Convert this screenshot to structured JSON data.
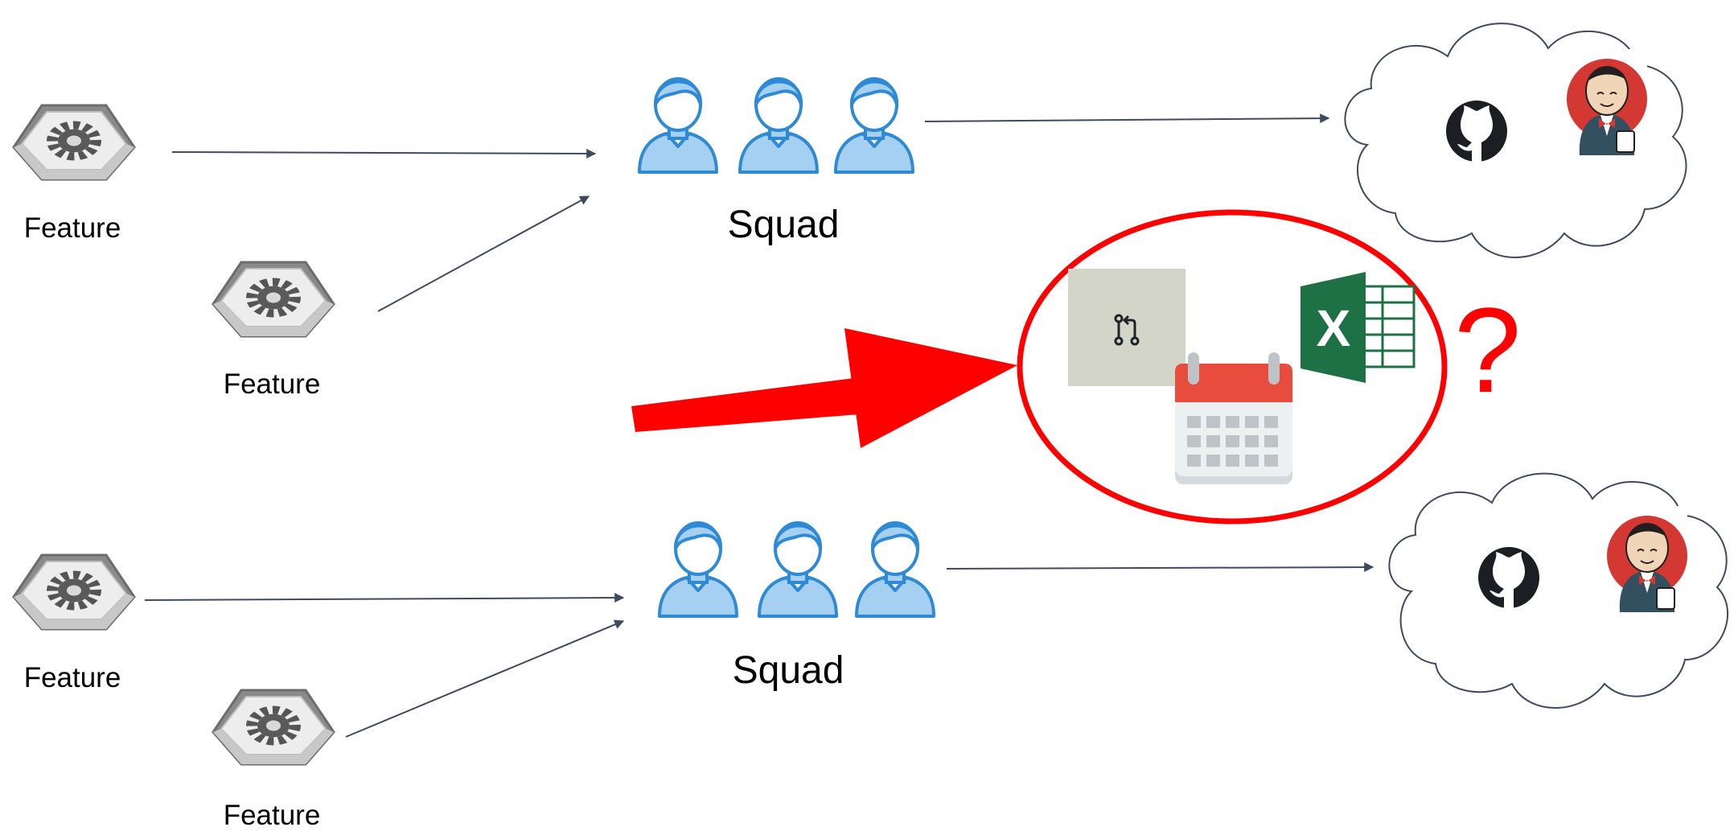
{
  "features": [
    {
      "label": "Feature"
    },
    {
      "label": "Feature"
    },
    {
      "label": "Feature"
    },
    {
      "label": "Feature"
    }
  ],
  "squads": [
    {
      "label": "Squad",
      "members": 3
    },
    {
      "label": "Squad",
      "members": 3
    }
  ],
  "clouds": [
    {
      "icons": [
        "github-icon",
        "jenkins-icon"
      ]
    },
    {
      "icons": [
        "github-icon",
        "jenkins-icon"
      ]
    }
  ],
  "problem": {
    "icons": [
      "pull-request-icon",
      "calendar-icon",
      "excel-icon"
    ],
    "excel_letter": "X",
    "question": "?"
  },
  "colors": {
    "arrow": "#3d4b60",
    "highlight": "#ff0000",
    "person_fill": "#a6d0f2",
    "person_stroke": "#2f8ad6",
    "excel_green": "#1e7145",
    "calendar_red": "#e74c3c",
    "pr_tile": "#d4d5c9"
  }
}
